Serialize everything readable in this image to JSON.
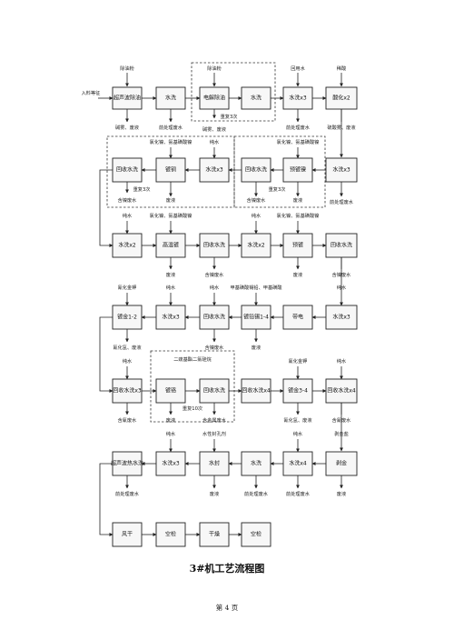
{
  "title": "3#机工艺流程图",
  "page_number": "第 4 页",
  "start_label": "入料等征",
  "nodes": {
    "r1a": "超声波除油",
    "r1b": "水洗",
    "r1c": "电解除油",
    "r1d": "水洗",
    "r1e": "水洗x3",
    "r1f": "酸化x2",
    "r2a": "回收水洗",
    "r2b": "镀铜",
    "r2c": "水洗x3",
    "r2d": "回收水洗",
    "r2e": "预镀镍",
    "r2f": "水洗x3",
    "r3a": "水洗x2",
    "r3b": "高温镀",
    "r3c": "回收水洗",
    "r3d": "水洗x2",
    "r3e": "预镀",
    "r3f": "回收水洗",
    "r4a": "镀金1-2",
    "r4b": "水洗x3",
    "r4c": "回收水洗",
    "r4d": "镀铅锡1-4",
    "r4e": "带电",
    "r4f": "水洗x3",
    "r5a": "回收水洗x3",
    "r5b": "镀铬",
    "r5c": "回收水洗",
    "r5d": "回收水洗x4",
    "r5e": "镀金3-4",
    "r5f": "回收水洗x4",
    "r6a": "超声波热水洗",
    "r6b": "水洗x3",
    "r6c": "水封",
    "r6d": "水洗",
    "r6e": "水洗x4",
    "r6f": "剥金",
    "r7a": "风干",
    "r7b": "空检",
    "r7c": "干燥",
    "r7d": "空检"
  },
  "labels": {
    "l_in1": "除油粉",
    "l_in2": "除油粉",
    "l_in3": "回用水",
    "l_in4": "稀酸",
    "l_o1": "碱雾、废液",
    "l_o2": "前处理废水",
    "l_o3": "重复3次",
    "l_o4": "碱雾、废液",
    "l_o5": "前处理废水",
    "l_o6": "硫酸雾、废液",
    "l_o7": "前处理废水",
    "l_r2_in1": "氯化镍、氨基磺酸镍",
    "l_r2_in2": "纯水",
    "l_r2_in3": "氯化镍、氨基磺酸镍",
    "l_r2_o1": "重复3次",
    "l_r2_o2": "含镍废水",
    "l_r2_o3": "废液",
    "l_r2_o4": "含镍废水",
    "l_r2_o5": "重复3次",
    "l_r2_o6": "废液",
    "l_r2_o7": "前处理废水",
    "l_r3_in1": "纯水",
    "l_r3_in2": "氯化镍、氨基磺酸镍",
    "l_r3_in3": "纯水",
    "l_r3_in4": "氯化镍、氨基磺酸镍",
    "l_r3_o1": "废液",
    "l_r3_o2": "含镍废水",
    "l_r3_o3": "废液",
    "l_r3_o4": "含镍废水",
    "l_r4_in1": "氰化金钾",
    "l_r4_in2": "纯水",
    "l_r4_in3": "纯水",
    "l_r4_in4": "甲基磺酸锡铅、甲基磺酸",
    "l_r4_in5": "纯水",
    "l_r4_o1": "含镍废水",
    "l_r4_o2": "废液",
    "l_r4_o3": "氰化氢、废液",
    "l_r5_in1": "纯水",
    "l_r5_in2": "二巯基酯二氯硅烷",
    "l_r5_in3": "氰化金钾",
    "l_r5_in4": "纯水",
    "l_r5_o1": "重复10次",
    "l_r5_o2": "废液",
    "l_r5_o3": "含金属废水",
    "l_r5_o4": "含氰废水",
    "l_r5_o5": "氰化氢、废液",
    "l_r5_o6": "含氰废水",
    "l_r5_o7": "剥金盐",
    "l_r6_in1": "纯水",
    "l_r6_in2": "水性封孔剂",
    "l_r6_in3": "纯水",
    "l_r6_o1": "前处理废水",
    "l_r6_o2": "废液",
    "l_r6_o3": "前处理废水",
    "l_r6_o4": "前处理废水",
    "l_r6_o5": "废液"
  }
}
